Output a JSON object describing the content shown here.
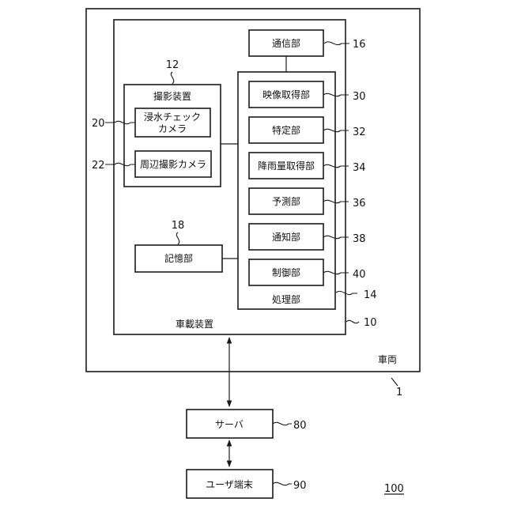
{
  "vehicle": {
    "label": "車両",
    "ref": "1"
  },
  "onboard_device": {
    "label": "車載装置",
    "ref": "10"
  },
  "communication_unit": {
    "label": "通信部",
    "ref": "16"
  },
  "imaging_device": {
    "label": "撮影装置",
    "ref": "12"
  },
  "flood_check_camera": {
    "label_line1": "浸水チェック",
    "label_line2": "カメラ",
    "ref": "20"
  },
  "surroundings_camera": {
    "label": "周辺撮影カメラ",
    "ref": "22"
  },
  "storage_unit": {
    "label": "記憶部",
    "ref": "18"
  },
  "processing_unit": {
    "label": "処理部",
    "ref": "14",
    "modules": [
      {
        "label": "映像取得部",
        "ref": "30"
      },
      {
        "label": "特定部",
        "ref": "32"
      },
      {
        "label": "降雨量取得部",
        "ref": "34"
      },
      {
        "label": "予測部",
        "ref": "36"
      },
      {
        "label": "通知部",
        "ref": "38"
      },
      {
        "label": "制御部",
        "ref": "40"
      }
    ]
  },
  "server": {
    "label": "サーバ",
    "ref": "80"
  },
  "user_terminal": {
    "label": "ユーザ端末",
    "ref": "90"
  },
  "system": {
    "ref": "100"
  }
}
